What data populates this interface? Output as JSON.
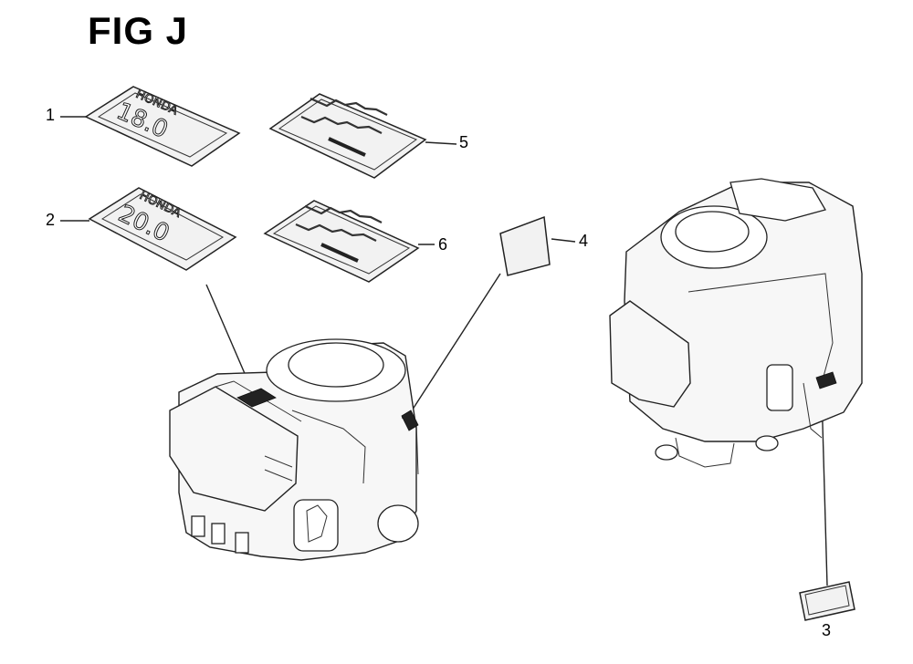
{
  "figure": {
    "title": "FIG J"
  },
  "callouts": [
    "1",
    "2",
    "3",
    "4",
    "5",
    "6"
  ],
  "decals": {
    "label_1": {
      "brand": "HONDA",
      "value": "18.0"
    },
    "label_2": {
      "brand": "HONDA",
      "value": "20.0"
    }
  }
}
